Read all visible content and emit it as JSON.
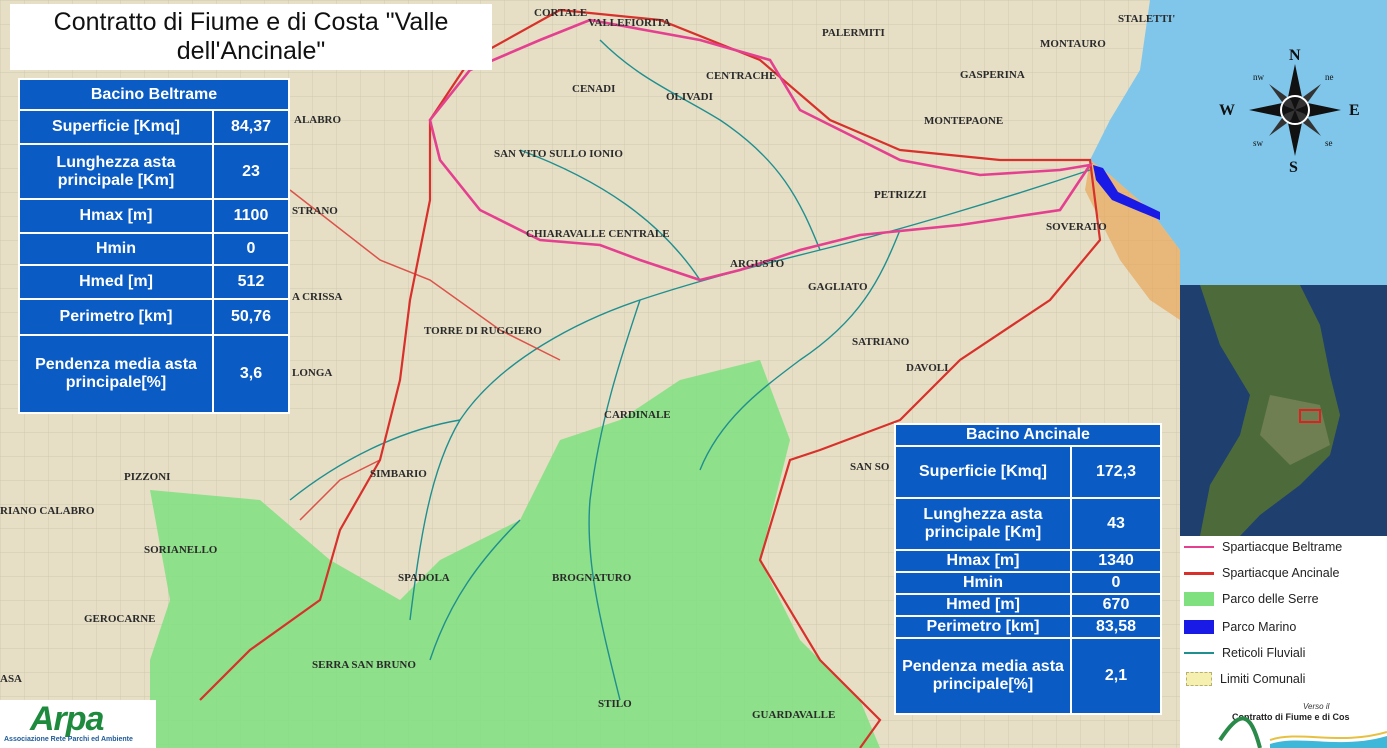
{
  "title": "Contratto di Fiume e di Costa \"Valle dell'Ancinale\"",
  "compass": {
    "n": "N",
    "s": "S",
    "e": "E",
    "w": "W",
    "ne": "ne",
    "nw": "nw",
    "se": "se",
    "sw": "sw"
  },
  "tables": {
    "beltrame": {
      "header": "Bacino  Beltrame",
      "rows": [
        {
          "label": "Superficie [Kmq]",
          "value": "84,37"
        },
        {
          "label": "Lunghezza asta principale [Km]",
          "value": "23"
        },
        {
          "label": "Hmax [m]",
          "value": "1100"
        },
        {
          "label": "Hmin",
          "value": "0"
        },
        {
          "label": "Hmed [m]",
          "value": "512"
        },
        {
          "label": "Perimetro [km]",
          "value": "50,76"
        },
        {
          "label": "Pendenza media asta principale[%]",
          "value": "3,6"
        }
      ]
    },
    "ancinale": {
      "header": "Bacino Ancinale",
      "rows": [
        {
          "label": "Superficie [Kmq]",
          "value": "172,3"
        },
        {
          "label": "Lunghezza asta principale [Km]",
          "value": "43"
        },
        {
          "label": "Hmax [m]",
          "value": "1340"
        },
        {
          "label": "Hmin",
          "value": "0"
        },
        {
          "label": "Hmed [m]",
          "value": "670"
        },
        {
          "label": "Perimetro [km]",
          "value": "83,58"
        },
        {
          "label": "Pendenza media asta principale[%]",
          "value": "2,1"
        }
      ]
    }
  },
  "legend": [
    {
      "label": "Spartiacque Beltrame",
      "color": "#e4408f",
      "kind": "line"
    },
    {
      "label": "Spartiacque Ancinale",
      "color": "#d8302a",
      "kind": "line"
    },
    {
      "label": "Parco delle Serre",
      "color": "#7fe07f",
      "kind": "fill"
    },
    {
      "label": "Parco Marino",
      "color": "#1a1ae6",
      "kind": "fill"
    },
    {
      "label": "Reticoli Fluviali",
      "color": "#1f8f8f",
      "kind": "line"
    },
    {
      "label": "Limiti Comunali",
      "color": "#f6f0b0",
      "kind": "dashed"
    }
  ],
  "places": [
    "CORTALE",
    "VALLEFIORITA",
    "PALERMITI",
    "STALETTI'",
    "MONTAURO",
    "CENTRACHE",
    "GASPERINA",
    "CENADI",
    "OLIVADI",
    "MONTEPAONE",
    "SAN VITO SULLO IONIO",
    "PETRIZZI",
    "CHIARAVALLE CENTRALE",
    "SOVERATO",
    "ARGUSTO",
    "GAGLIATO",
    "TORRE DI RUGGIERO",
    "SATRIANO",
    "DAVOLI",
    "CARDINALE",
    "SIMBARIO",
    "SAN SO",
    "PIZZONI",
    "SORIANELLO",
    "SPADOLA",
    "BROGNATURO",
    "GEROCARNE",
    "SERRA SAN BRUNO",
    "STILO",
    "GUARDAVALLE",
    "ALABRO",
    "STRANO",
    "A CRISSA",
    "LONGA",
    "RIANO CALABRO",
    "ASA"
  ],
  "logo": {
    "name": "Arpa",
    "subtitle": "Associazione Rete Parchi ed Ambiente"
  },
  "verso": {
    "line1": "Verso il",
    "line2": "Contratto di Fiume e di Cos"
  }
}
